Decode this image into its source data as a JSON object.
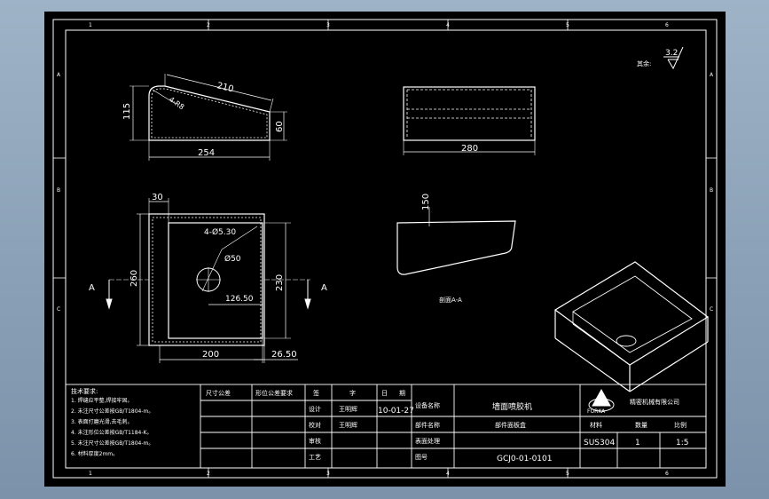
{
  "drawing": {
    "roughness_label": "其余:",
    "roughness_value": "3.2",
    "zone_numbers_top": [
      "1",
      "2",
      "3",
      "4",
      "5",
      "6"
    ],
    "zone_numbers_bottom": [
      "1",
      "2",
      "3",
      "4",
      "5",
      "6"
    ],
    "zone_letters_left": [
      "A",
      "B",
      "C"
    ],
    "zone_letters_right": [
      "A",
      "B",
      "C"
    ],
    "dimensions": {
      "top_length": "210",
      "chamfer": "4-R8",
      "height_left": "115",
      "height_right": "60",
      "bottom_length": "254",
      "side_length": "280",
      "wall": "30",
      "holes": "4-Ø5.30",
      "center_hole": "Ø50",
      "hole_offset": "126.50",
      "width_left": "260",
      "width_right": "230",
      "bottom_200": "200",
      "bottom_26": "26.50",
      "section_height": "150"
    },
    "section_arrow_left": "A",
    "section_arrow_right": "A",
    "section_caption": "剖面A-A"
  },
  "notes": {
    "title": "技术要求:",
    "lines": [
      "1. 焊缝应平整,焊接牢固。",
      "2. 未注尺寸公差按GB/T1804-m。",
      "3. 表面打磨光滑,去毛刺。",
      "4. 未注形位公差按GB/T1184-K。",
      "5. 未注尺寸公差按GB/T1804-m。",
      "6. 材料厚度2mm。"
    ]
  },
  "title_block": {
    "r1": [
      "尺寸公差",
      "形位公差要求",
      "签",
      "字",
      "日",
      "期"
    ],
    "designer_label": "设计",
    "designer_name": "王明辉",
    "date": "10-01-27",
    "checker_label": "校对",
    "checker_name": "王明辉",
    "review_label": "审核",
    "process_label": "工艺",
    "equipment_label": "设备名称",
    "equipment_value": "墙面喷胶机",
    "part_label": "部件名称",
    "part_value": "部件面板盒",
    "surface_label": "表面处理",
    "drawing_no_label": "图号",
    "drawing_no_value": "GCJ0-01-0101",
    "company": "精密机械有限公司",
    "logo_text": "FORKA",
    "material_label": "材料",
    "qty_label": "数量",
    "scale_label": "比例",
    "material_value": "SUS304",
    "qty_value": "1",
    "scale_value": "1:5"
  }
}
